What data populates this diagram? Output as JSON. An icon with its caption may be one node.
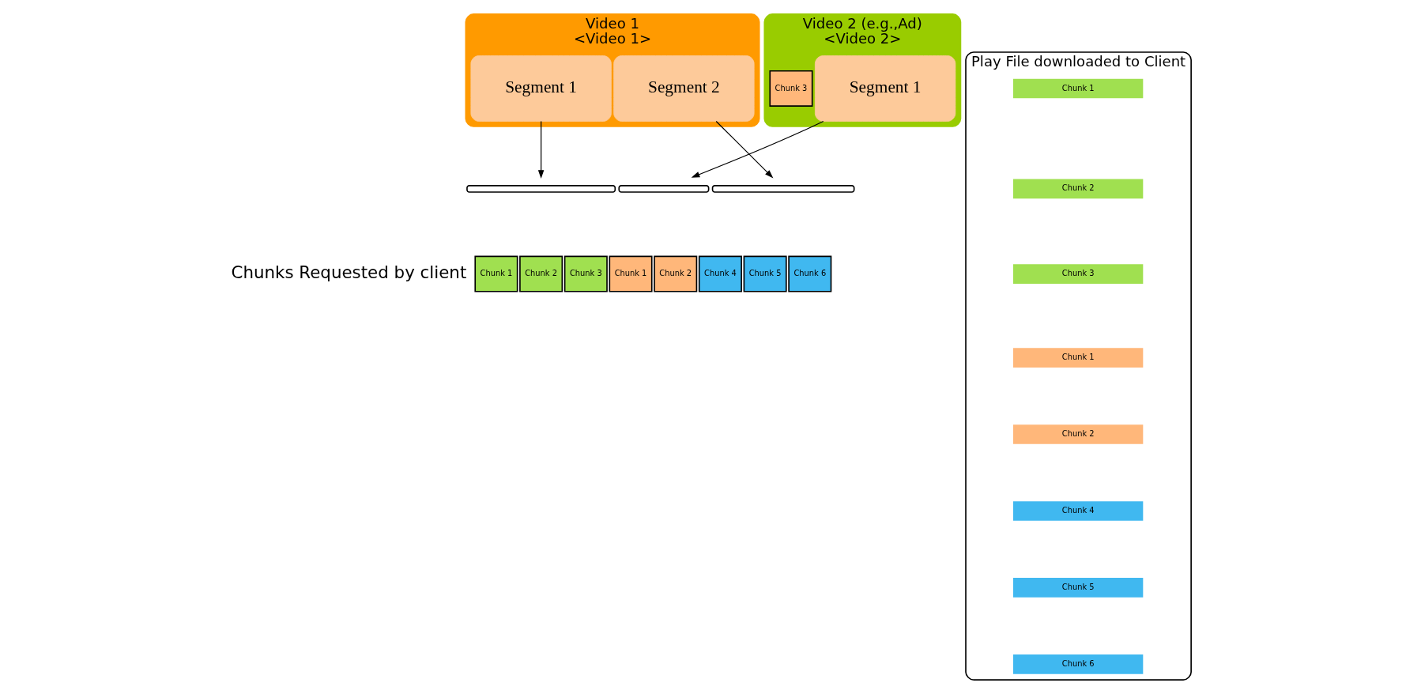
{
  "diagram": {
    "nodes": [
      {
        "text": [
          "Video 1",
          "<Video 1>"
        ]
      },
      {
        "text": [
          "Segment 1"
        ],
        "in": 0
      },
      {
        "text": [
          "Segment 2"
        ],
        "in": 0
      },
      {
        "text": [
          "Video 2 (e.g.,Ad)",
          "<Video 2>"
        ]
      },
      {
        "text": [
          "Segment 1"
        ],
        "in": 3
      },
      {
        "text": [
          "Chunk 3"
        ],
        "in": 3
      },
      {
        "text": [],
        "shape": "brace"
      },
      {
        "text": [],
        "shape": "brace"
      },
      {
        "text": [],
        "shape": "brace"
      },
      {
        "text": [
          "Chunk 1"
        ]
      },
      {
        "text": [
          "Chunk 2"
        ]
      },
      {
        "text": [
          "Chunk 3"
        ]
      },
      {
        "text": [
          "Chunk 1"
        ]
      },
      {
        "text": [
          "Chunk 2"
        ]
      },
      {
        "text": [
          "Chunk 4"
        ]
      },
      {
        "text": [
          "Chunk 5"
        ]
      },
      {
        "text": [
          "Chunk 6"
        ]
      },
      {
        "text": [
          "Play File downloaded to Client"
        ]
      },
      {
        "text": [
          "Chunk 1"
        ],
        "in": 17
      },
      {
        "text": [
          "Chunk 2"
        ],
        "in": 17
      },
      {
        "text": [
          "Chunk 3"
        ],
        "in": 17
      },
      {
        "text": [
          "Chunk 1"
        ],
        "in": 17
      },
      {
        "text": [
          "Chunk 2"
        ],
        "in": 17
      },
      {
        "text": [
          "Chunk 4"
        ],
        "in": 17
      },
      {
        "text": [
          "Chunk 5"
        ],
        "in": 17
      },
      {
        "text": [
          "Chunk 6"
        ],
        "in": 17
      }
    ],
    "edges": [
      {
        "from": 1,
        "to": 6,
        "arrow": "to"
      },
      {
        "from": 2,
        "to": 8,
        "arrow": "to"
      },
      {
        "from": 4,
        "to": 7,
        "arrow": "to"
      }
    ],
    "labels": [
      "Chunks Requested by client"
    ]
  }
}
